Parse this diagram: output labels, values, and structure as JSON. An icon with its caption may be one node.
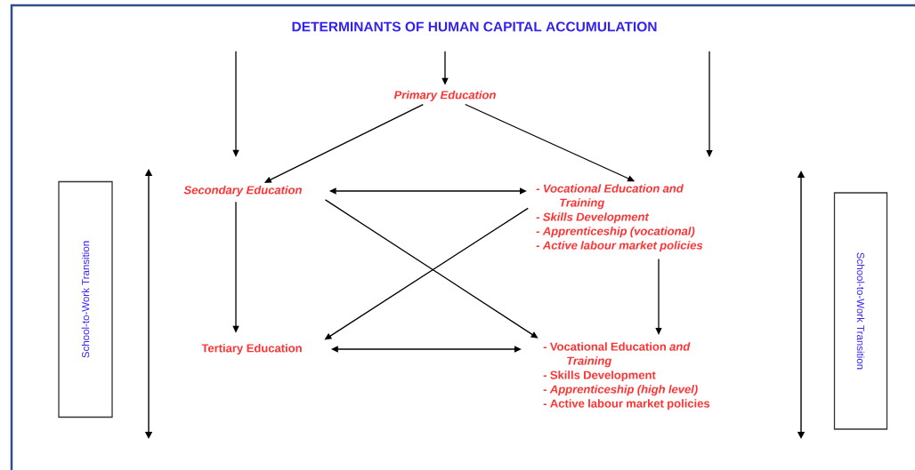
{
  "diagram": {
    "nodes": [
      {
        "text": [
          "DETERMINANTS OF HUMAN CAPITAL ACCUMULATION"
        ]
      },
      {
        "text": [
          "Primary Education"
        ]
      },
      {
        "text": [
          "Secondary Education"
        ]
      },
      {
        "text": [
          "- Vocational Education and Training",
          "- Skills Development",
          "- Apprenticeship (vocational)",
          "- Active labour market policies"
        ]
      },
      {
        "text": [
          "Tertiary Education"
        ]
      },
      {
        "text": [
          "- Vocational Education *and Training*",
          "- Skills Development",
          "- *Apprenticeship (high level)*",
          "- Active labour market policies"
        ]
      },
      {
        "text": [
          "School-to-Work Transition"
        ]
      },
      {
        "text": [
          "School-to-Work Transition"
        ]
      }
    ],
    "edges": [
      {
        "from": 0,
        "to": 1,
        "arrow": "to"
      },
      {
        "from": 0,
        "to": 2,
        "arrow": "to"
      },
      {
        "from": 0,
        "to": 3,
        "arrow": "to"
      },
      {
        "from": 1,
        "to": 2,
        "arrow": "to"
      },
      {
        "from": 1,
        "to": 3,
        "arrow": "to"
      },
      {
        "from": 2,
        "to": 3,
        "arrow": "both"
      },
      {
        "from": 2,
        "to": 4,
        "arrow": "to"
      },
      {
        "from": 2,
        "to": 5,
        "arrow": "to"
      },
      {
        "from": 3,
        "to": 4,
        "arrow": "to"
      },
      {
        "from": 3,
        "to": 5,
        "arrow": "to"
      },
      {
        "from": 4,
        "to": 5,
        "arrow": "both"
      }
    ]
  }
}
